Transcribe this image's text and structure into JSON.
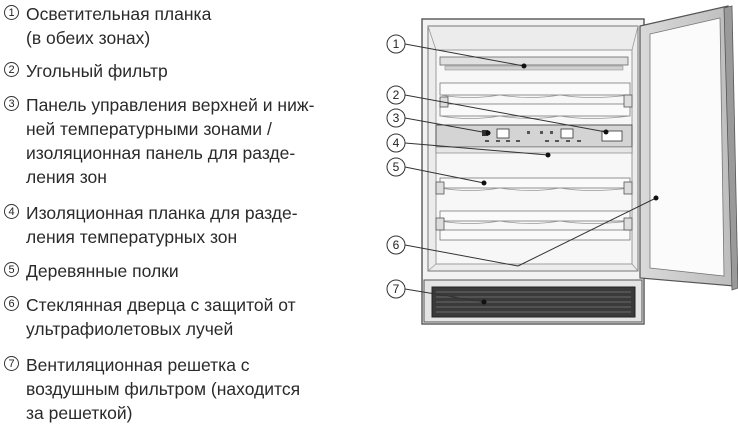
{
  "legend": [
    {
      "n": "1",
      "text": "Осветительная планка\n(в обеих зонах)"
    },
    {
      "n": "2",
      "text": "Угольный фильтр"
    },
    {
      "n": "3",
      "text": "Панель управления верхней и ниж-\nней температурными зонами /\nизоляционная панель для разде-\nления зон"
    },
    {
      "n": "4",
      "text": "Изоляционная планка для разде-\nления температурных зон"
    },
    {
      "n": "5",
      "text": "Деревянные полки"
    },
    {
      "n": "6",
      "text": "Стеклянная дверца с защитой от\nультрафиолетовых лучей"
    },
    {
      "n": "7",
      "text": "Вентиляционная решетка с\nвоздушным фильтром (находится\nза решеткой)"
    }
  ],
  "callouts": [
    "1",
    "2",
    "3",
    "4",
    "5",
    "6",
    "7"
  ]
}
